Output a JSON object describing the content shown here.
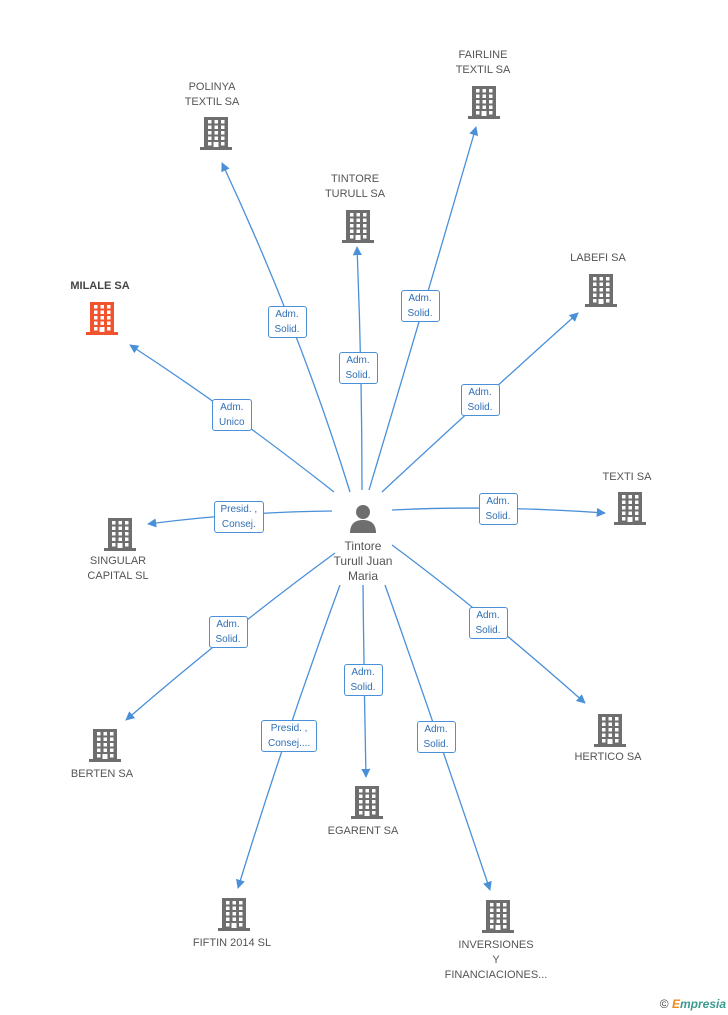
{
  "center_person": {
    "label": "Tintore\nTurull Juan\nMaria",
    "icon": "person-icon"
  },
  "companies": [
    {
      "id": "polinya",
      "label": "POLINYA\nTEXTIL SA",
      "highlight": false,
      "relation": "Adm.\nSolid.",
      "icon": "building-icon",
      "color": "#6e6e6e"
    },
    {
      "id": "fairline",
      "label": "FAIRLINE\nTEXTIL SA",
      "highlight": false,
      "relation": "Adm.\nSolid.",
      "icon": "building-icon",
      "color": "#6e6e6e"
    },
    {
      "id": "tintore",
      "label": "TINTORE\nTURULL SA",
      "highlight": false,
      "relation": "Adm.\nSolid.",
      "icon": "building-icon",
      "color": "#6e6e6e"
    },
    {
      "id": "labefi",
      "label": "LABEFI SA",
      "highlight": false,
      "relation": "Adm.\nSolid.",
      "icon": "building-icon",
      "color": "#6e6e6e"
    },
    {
      "id": "milale",
      "label": "MILALE SA",
      "highlight": true,
      "relation": "Adm.\nUnico",
      "icon": "building-icon",
      "color": "#f0532d"
    },
    {
      "id": "texti",
      "label": "TEXTI SA",
      "highlight": false,
      "relation": "Adm.\nSolid.",
      "icon": "building-icon",
      "color": "#6e6e6e"
    },
    {
      "id": "singular",
      "label": "SINGULAR\nCAPITAL SL",
      "highlight": false,
      "relation": "Presid. ,\nConsej.",
      "icon": "building-icon",
      "color": "#6e6e6e"
    },
    {
      "id": "hertico",
      "label": "HERTICO SA",
      "highlight": false,
      "relation": "Adm.\nSolid.",
      "icon": "building-icon",
      "color": "#6e6e6e"
    },
    {
      "id": "berten",
      "label": "BERTEN SA",
      "highlight": false,
      "relation": "Adm.\nSolid.",
      "icon": "building-icon",
      "color": "#6e6e6e"
    },
    {
      "id": "egarent",
      "label": "EGARENT SA",
      "highlight": false,
      "relation": "Adm.\nSolid.",
      "icon": "building-icon",
      "color": "#6e6e6e"
    },
    {
      "id": "fiftin",
      "label": "FIFTIN 2014  SL",
      "highlight": false,
      "relation": "Presid. ,\nConsej....",
      "icon": "building-icon",
      "color": "#6e6e6e"
    },
    {
      "id": "inversiones",
      "label": "INVERSIONES\nY\nFINANCIACIONES...",
      "highlight": false,
      "relation": "Adm.\nSolid.",
      "icon": "building-icon",
      "color": "#6e6e6e"
    }
  ],
  "footer": {
    "copyright": "©",
    "brand_initial": "E",
    "brand_rest": "mpresia"
  },
  "colors": {
    "edge": "#4a90d9",
    "building": "#6e6e6e",
    "highlight_building": "#f0532d"
  }
}
